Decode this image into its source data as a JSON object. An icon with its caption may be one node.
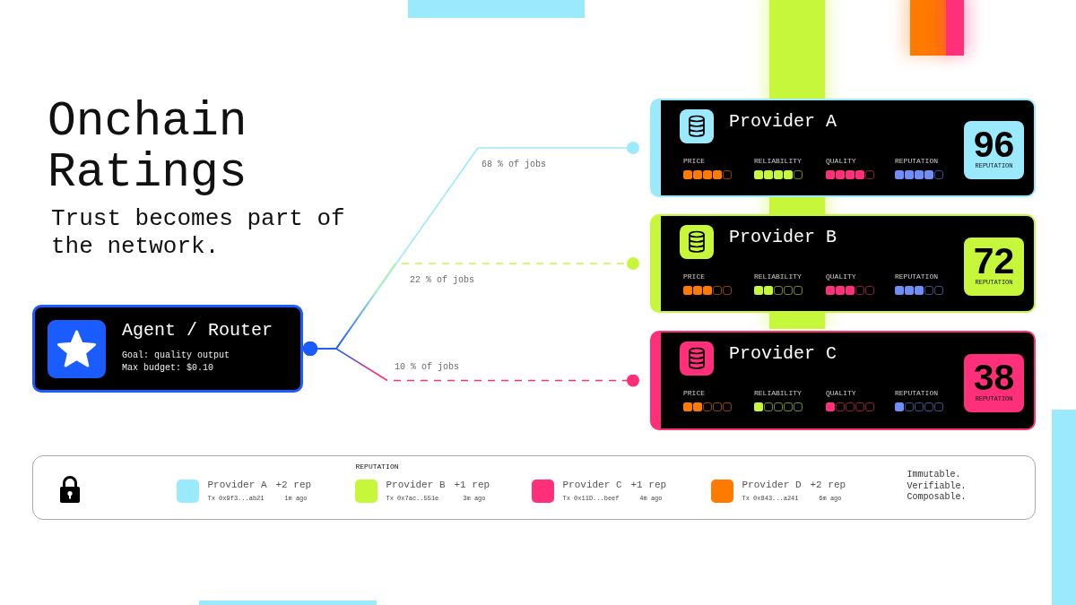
{
  "diagram": {
    "title": "Onchain Ratings",
    "nodes": [
      {
        "text": [
          "Agent / Router",
          "Goal: quality output",
          "Max budget: $0.10"
        ]
      },
      {
        "text": [
          "Provider A",
          "PRICE",
          "RELIABILITY",
          "QUALITY",
          "REPUTATION"
        ]
      },
      {
        "text": [
          "96",
          "REPUTATION"
        ],
        "in": 1
      },
      {
        "text": [
          "Provider B",
          "PRICE",
          "RELIABILITY",
          "QUALITY",
          "REPUTATION"
        ]
      },
      {
        "text": [
          "72",
          "REPUTATION"
        ],
        "in": 3
      },
      {
        "text": [
          "Provider C",
          "PRICE",
          "RELIABILITY",
          "QUALITY",
          "REPUTATION"
        ]
      },
      {
        "text": [
          "38",
          "REPUTATION"
        ],
        "in": 5
      },
      {
        "text": [
          "REPUTATION",
          "Provider A",
          "+2 rep",
          "Tx 0x9f3...ab21",
          "1m ago",
          "Provider B",
          "+1 rep",
          "Tx 0x7ac..551e",
          "3m ago",
          "Provider C",
          "+1 rep",
          "Tx 0x11D...beef",
          "4m ago",
          "Provider D",
          "+2 rep",
          "Tx 0x843...a241",
          "6m ago",
          "Immutable. Verifiable. Composable."
        ]
      }
    ],
    "edges": [
      {
        "from": 0,
        "to": 1,
        "arrow": "other",
        "label": "68 % of jobs",
        "color": "#9be9fc"
      },
      {
        "from": 0,
        "to": 3,
        "arrow": "other",
        "label": "22 % of jobs",
        "style": "dashed",
        "color": "#c6f73a"
      },
      {
        "from": 0,
        "to": 5,
        "arrow": "other",
        "label": "10 % of jobs",
        "style": "dashed",
        "color": "#ff2f7a"
      }
    ],
    "labels": [
      "Trust becomes part of the network."
    ]
  }
}
